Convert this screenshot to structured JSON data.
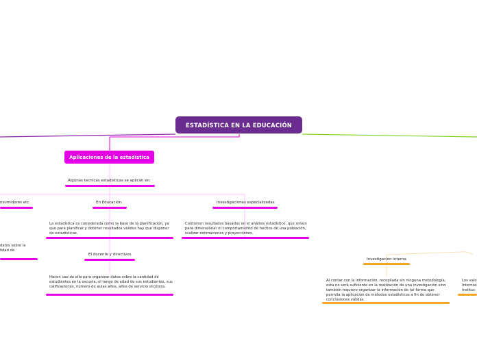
{
  "root": {
    "title": "ESTADÍSTICA EN LA EDUCACIÓN"
  },
  "topics": {
    "aplicaciones": "Aplicaciones de la estadística",
    "tecnicas": "Algunas tecnicas estadisticas se aplican en:",
    "consumidores": "nsumidores etc.",
    "en_educacion": "En Educación:",
    "educacion_texto": "La estadística es considerada como la base de la planificación, ya que para planificar y obtener resultados válidos hay que disponer de estadísticas.",
    "investigaciones": "Investigaciones especializadas",
    "investigaciones_texto": "Contienen resultados basados en el análisis estadístico, que sirven para dimensionar el comportamiento de hechos de una población, realizar estimaciones y proyecciones.",
    "datos_parcial": "datos sobre la\nlidad de",
    "docente": "El docente y directivos",
    "docente_texto": "Hacen uso de ella para organizar datos sobre la cantidad de estudiantes en la escuela, el rango de edad de sus estudiantes, sus calificaciones, número de aulas años, años de servicio etcétera.",
    "inv_interna": "Investigación interna",
    "inv_interna_texto": "Al contar con la información, recopilada sin ninguna metodología, esta no será suficiente en la realización de una investigación sino también  requiere organizar la información de tal forma que permita la aplicación de métodos estadísticos a fin de obtener conclusiones válidas.",
    "los_valo": "Los valo\ninternos\ninstituc"
  },
  "colors": {
    "root": "#6a2c8e",
    "magenta": "#e600e6",
    "orange": "#f5a623",
    "green": "#7ed321",
    "purple_line": "#8e24aa"
  }
}
